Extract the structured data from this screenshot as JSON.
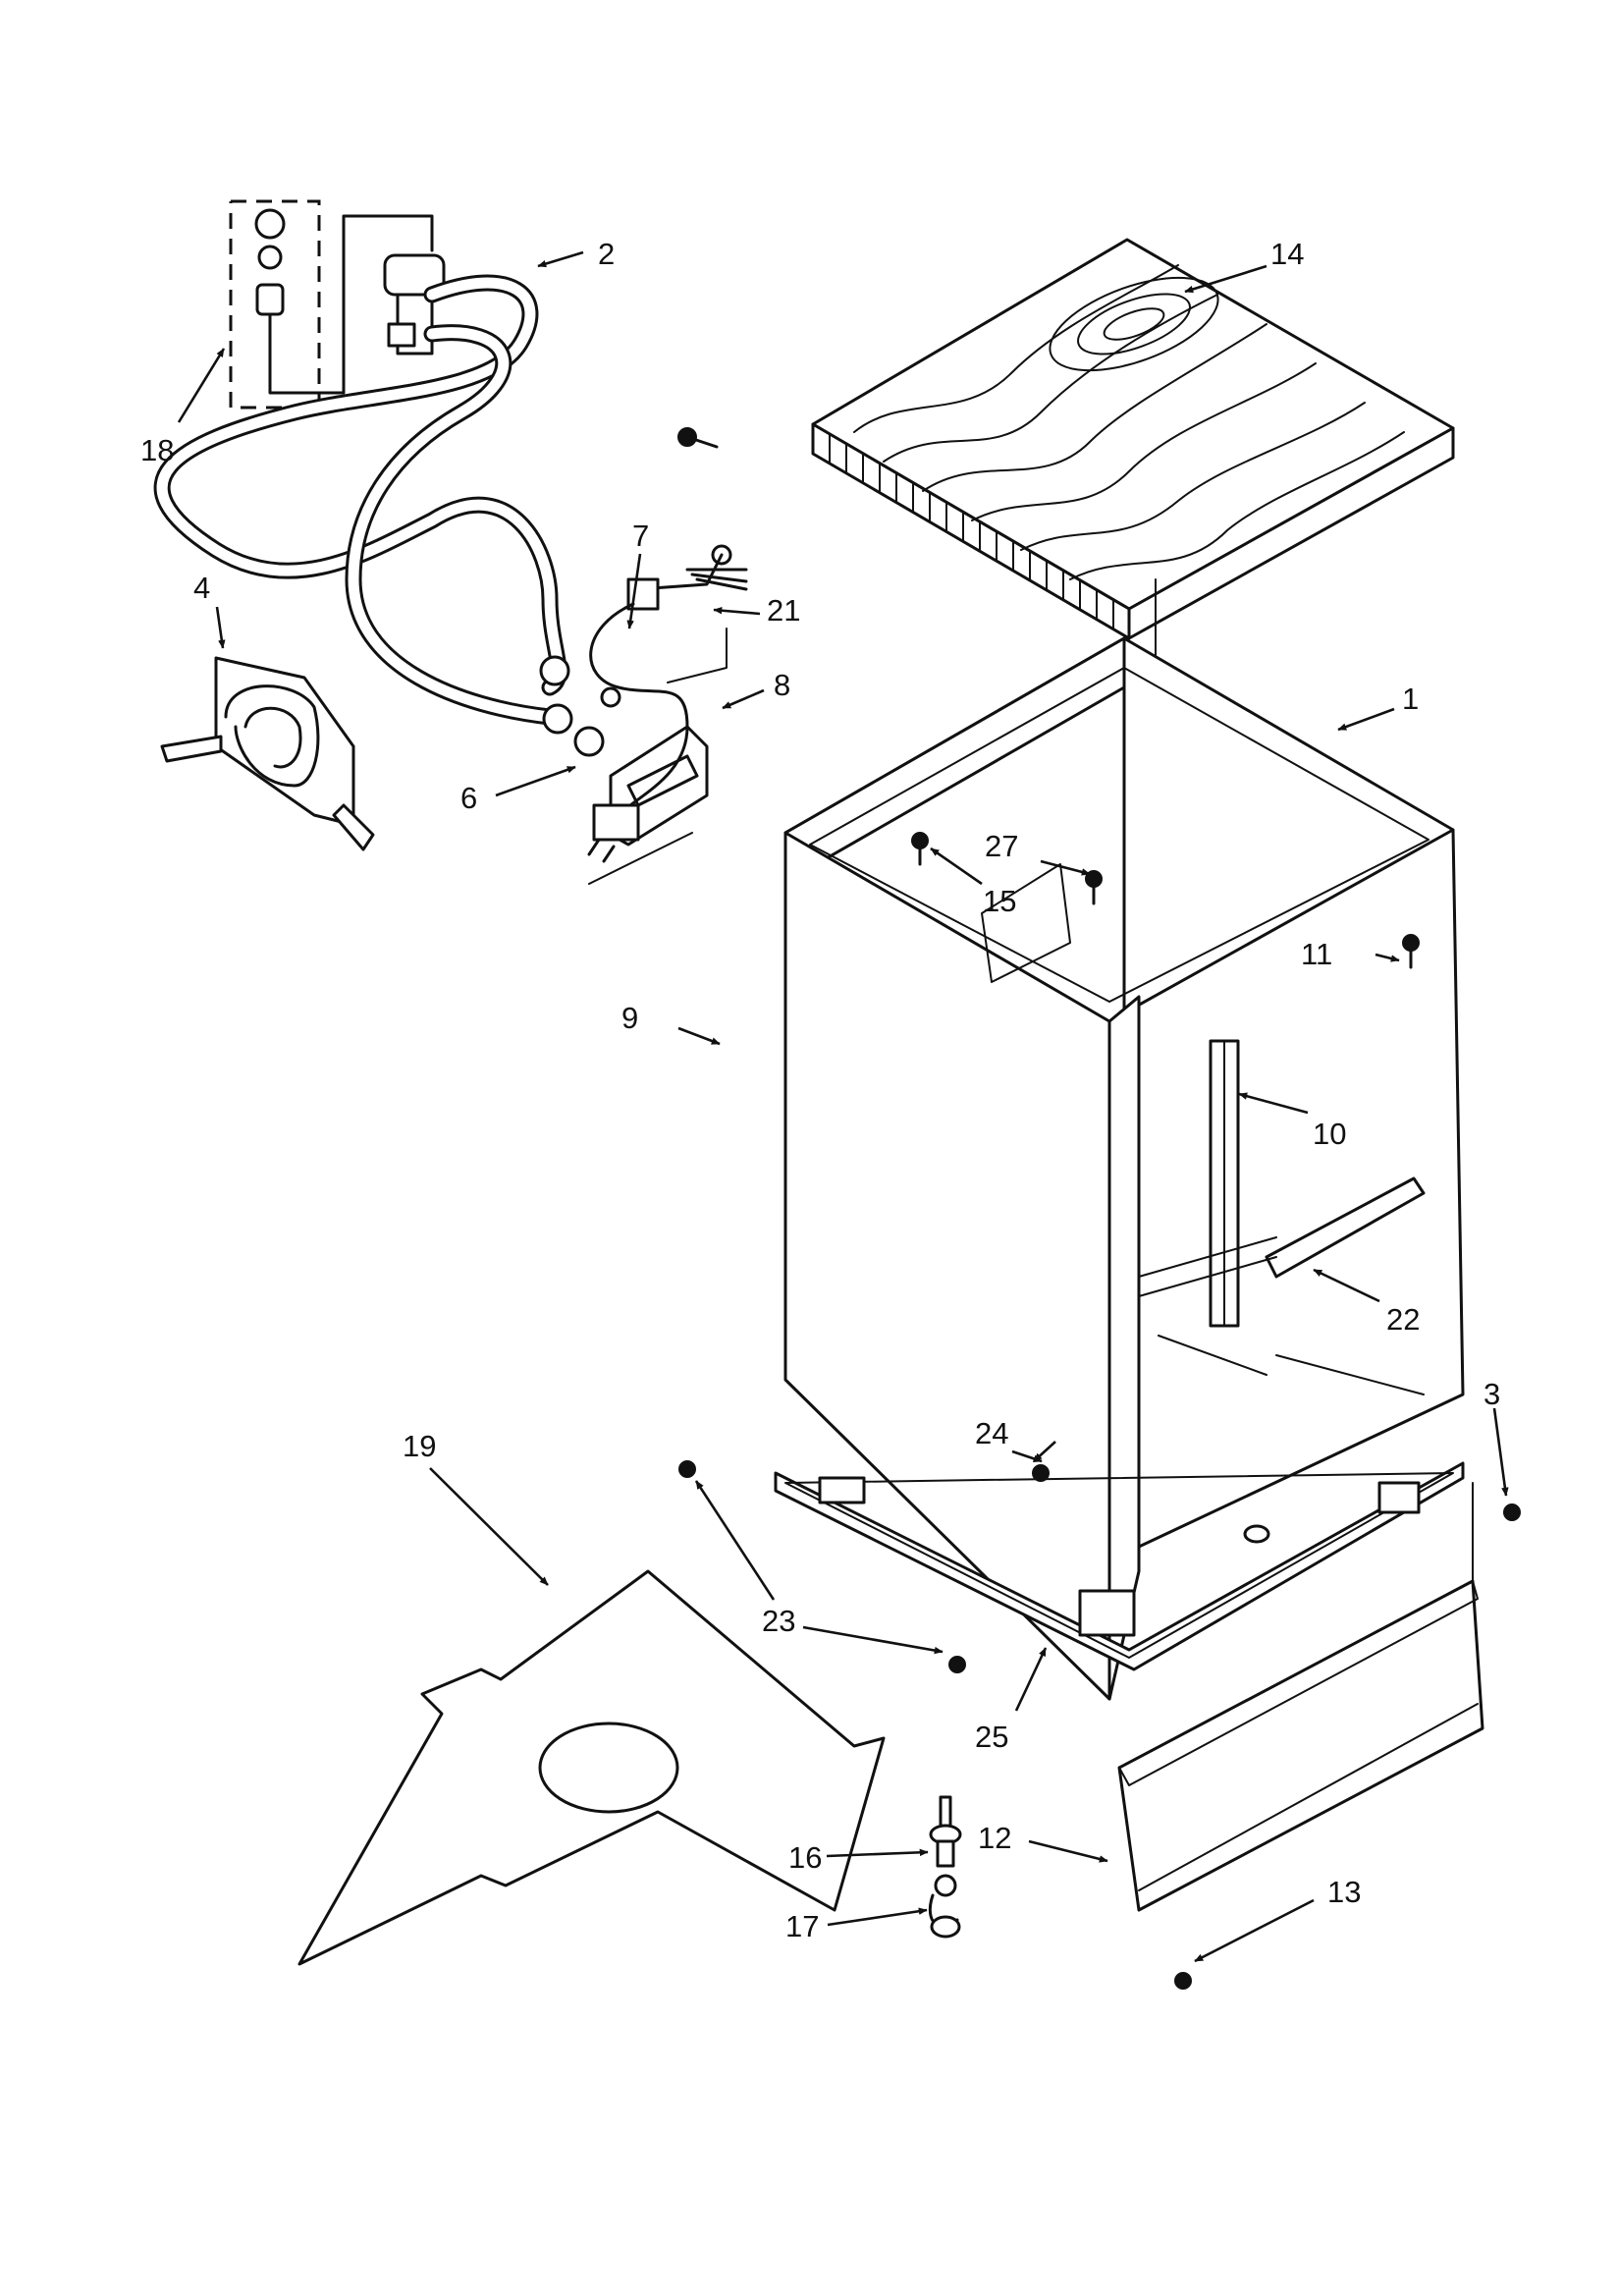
{
  "callouts": {
    "p1": "1",
    "p2": "2",
    "p3": "3",
    "p4": "4",
    "p6": "6",
    "p7": "7",
    "p8": "8",
    "p9": "9",
    "p10": "10",
    "p11": "11",
    "p12": "12",
    "p13": "13",
    "p14": "14",
    "p15": "15",
    "p16": "16",
    "p17": "17",
    "p18": "18",
    "p19": "19",
    "p21": "21",
    "p22": "22",
    "p23": "23",
    "p24": "24",
    "p25": "25",
    "p27": "27"
  }
}
